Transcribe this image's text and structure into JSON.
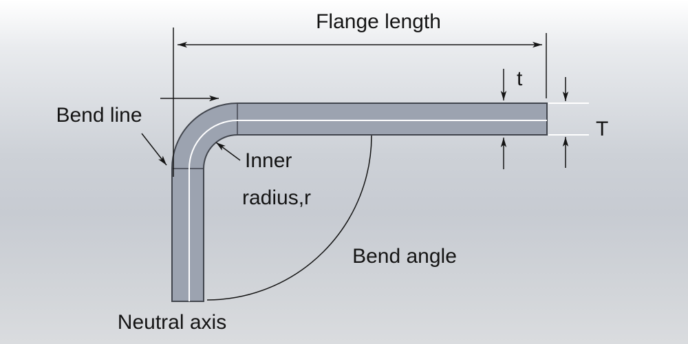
{
  "figure": {
    "kind": "sheet-metal-bend-terminology-diagram",
    "background": {
      "top": "#ffffff",
      "middle": "#c7cbd2",
      "bottom": "#dadcdf"
    },
    "sheet": {
      "fill": "#9ca3b0",
      "outline": "#41454d",
      "neutral_axis_color": "#ffffff"
    },
    "annotation_color": "#141414"
  },
  "labels": {
    "flange_length": "Flange length",
    "bend_line": "Bend line",
    "inner_radius_line1": "Inner",
    "inner_radius_line2": "radius,r",
    "bend_angle": "Bend angle",
    "neutral_axis": "Neutral axis",
    "t_small": "t",
    "t_big": "T"
  }
}
